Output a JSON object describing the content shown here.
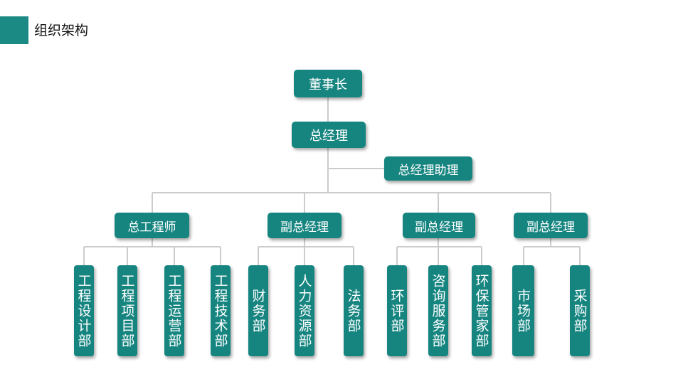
{
  "header": {
    "title": "组织架构",
    "accent_color": "#1b8a85"
  },
  "org_chart": {
    "node_color": "#168580",
    "line_color": "#cccccc",
    "chairman": "董事长",
    "general_manager": "总经理",
    "gm_assistant": "总经理助理",
    "branches": [
      {
        "title": "总工程师",
        "departments": [
          "工程设计部",
          "工程项目部",
          "工程运营部",
          "工程技术部"
        ]
      },
      {
        "title": "副总经理",
        "departments": [
          "财务部",
          "人力资源部",
          "法务部"
        ]
      },
      {
        "title": "副总经理",
        "departments": [
          "环评部",
          "咨询服务部",
          "环保管家部"
        ]
      },
      {
        "title": "副总经理",
        "departments": [
          "市场部",
          "采购部"
        ]
      }
    ]
  }
}
